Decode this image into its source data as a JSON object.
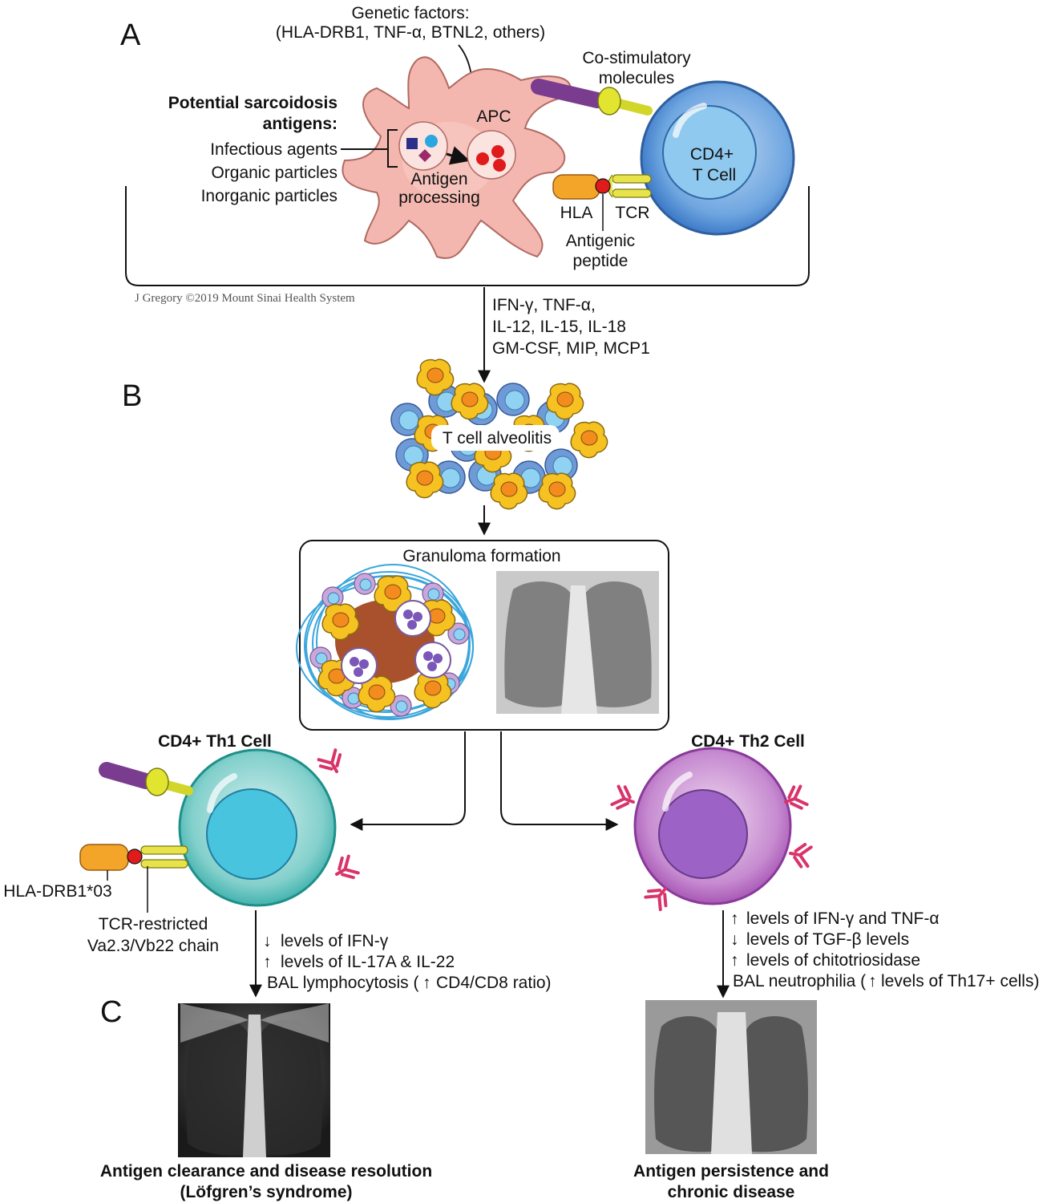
{
  "panels": {
    "a": "A",
    "b": "B",
    "c": "C"
  },
  "genetic": {
    "line1": "Genetic factors:",
    "line2": "(HLA-DRB1, TNF-α, BTNL2, others)"
  },
  "costim": {
    "line1": "Co-stimulatory",
    "line2": "molecules"
  },
  "antigens": {
    "heading1": "Potential sarcoidosis",
    "heading2": "antigens:",
    "items": [
      "Infectious agents",
      "Organic particles",
      "Inorganic particles"
    ]
  },
  "apc": "APC",
  "processing": {
    "line1": "Antigen",
    "line2": "processing"
  },
  "cd4_tcell": {
    "line1": "CD4+",
    "line2": "T Cell"
  },
  "hla": "HLA",
  "tcr": "TCR",
  "peptide": {
    "line1": "Antigenic",
    "line2": "peptide"
  },
  "credit": "J Gregory ©2019 Mount Sinai Health System",
  "cytokines": [
    "IFN-γ, TNF-α,",
    "IL-12, IL-15, IL-18",
    "GM-CSF, MIP, MCP1"
  ],
  "alveolitis": "T cell alveolitis",
  "granuloma": "Granuloma formation",
  "th1": {
    "title": "CD4+ Th1 Cell",
    "hla": "HLA-DRB1*03",
    "tcr1": "TCR-restricted",
    "tcr2": "Va2.3/Vb22 chain",
    "effects": [
      "levels of IFN-γ",
      "levels of IL-17A & IL-22",
      "BAL lymphocytosis (",
      "CD4/CD8 ratio)"
    ],
    "outcome1": "Antigen clearance and disease resolution",
    "outcome2": "(Löfgren’s syndrome)"
  },
  "th2": {
    "title": "CD4+ Th2 Cell",
    "effects": [
      "levels of  IFN-γ and TNF-α",
      "levels of TGF-β levels",
      "levels of chitotriosidase",
      "BAL neutrophilia (",
      " levels of Th17+ cells)"
    ],
    "outcome1": "Antigen persistence and",
    "outcome2": "chronic disease"
  }
}
